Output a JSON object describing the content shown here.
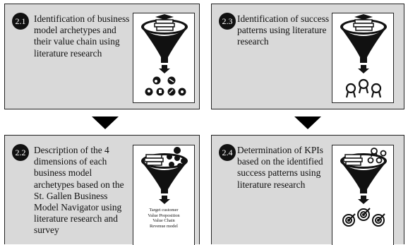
{
  "steps": [
    {
      "number": "2.1",
      "lines": [
        "Identification of business",
        "model archetypes and",
        "their value chain using",
        "literature research"
      ]
    },
    {
      "number": "2.2",
      "lines": [
        "Description of the 4",
        "dimensions of each",
        "business model",
        "archetypes based on the",
        "St. Gallen Business",
        "Model Navigator using",
        "literature research and",
        "survey"
      ]
    },
    {
      "number": "2.3",
      "lines": [
        "Identification of success",
        "patterns using literature",
        "research"
      ]
    },
    {
      "number": "2.4",
      "lines": [
        "Determination of KPIs",
        "based on the identified",
        "success patterns using",
        "literature research"
      ]
    }
  ],
  "dimensions": [
    "Target customer",
    "Value Preposition",
    "Value Chain",
    "Revenue model"
  ],
  "icons": {
    "funnel": "funnel-with-books-icon",
    "archetypes": "business-model-icons",
    "success": "award-ribbon-icons",
    "kpi": "target-icons"
  },
  "colors": {
    "panel": "#d9d9d9",
    "border": "#222222",
    "badge": "#111111",
    "arrow": "#000000"
  }
}
